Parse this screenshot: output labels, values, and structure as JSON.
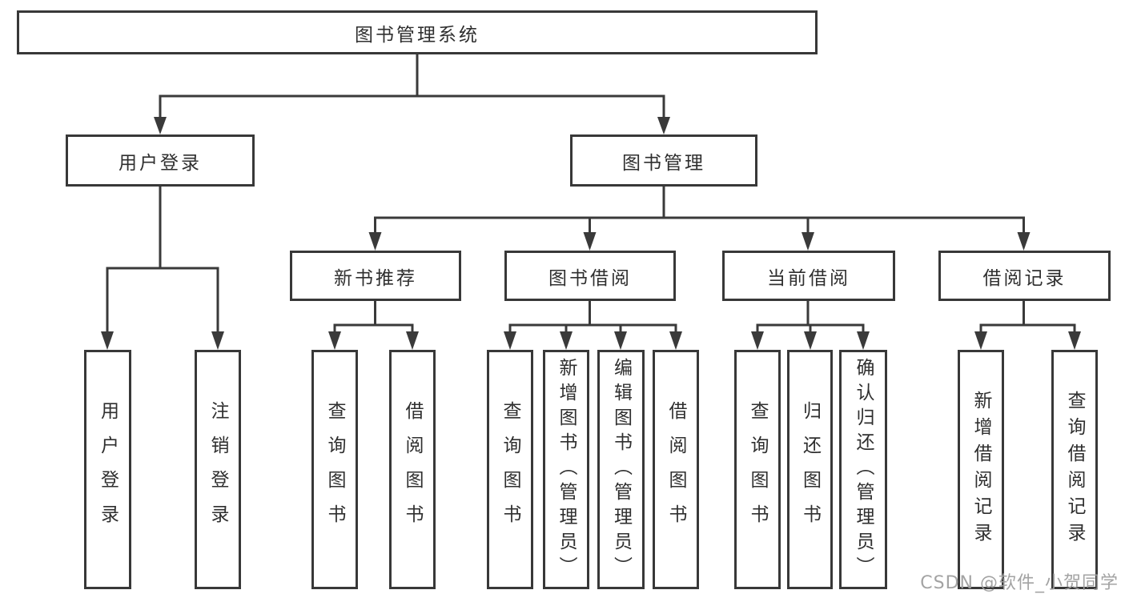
{
  "diagram": {
    "root": {
      "label": "图书管理系统"
    },
    "level2": [
      {
        "label": "用户登录"
      },
      {
        "label": "图书管理"
      }
    ],
    "level3": [
      {
        "label": "新书推荐"
      },
      {
        "label": "图书借阅"
      },
      {
        "label": "当前借阅"
      },
      {
        "label": "借阅记录"
      }
    ],
    "leaves": {
      "user_login": [
        {
          "label": "用户登录"
        },
        {
          "label": "注销登录"
        }
      ],
      "new_book_recommend": [
        {
          "label": "查询图书"
        },
        {
          "label": "借阅图书"
        }
      ],
      "book_borrow": [
        {
          "label": "查询图书"
        },
        {
          "label": "新增图书（管理员）"
        },
        {
          "label": "编辑图书（管理员）"
        },
        {
          "label": "借阅图书"
        }
      ],
      "current_borrow": [
        {
          "label": "查询图书"
        },
        {
          "label": "归还图书"
        },
        {
          "label": "确认归还（管理员）"
        }
      ],
      "borrow_records": [
        {
          "label": "新增借阅记录"
        },
        {
          "label": "查询借阅记录"
        }
      ]
    }
  },
  "colors": {
    "line": "#3a3a3a",
    "box_border": "#383838",
    "text": "#2f2f2f",
    "background": "#ffffff",
    "watermark": "#9e9e9e"
  },
  "watermark": "CSDN @软件_小贺同学"
}
